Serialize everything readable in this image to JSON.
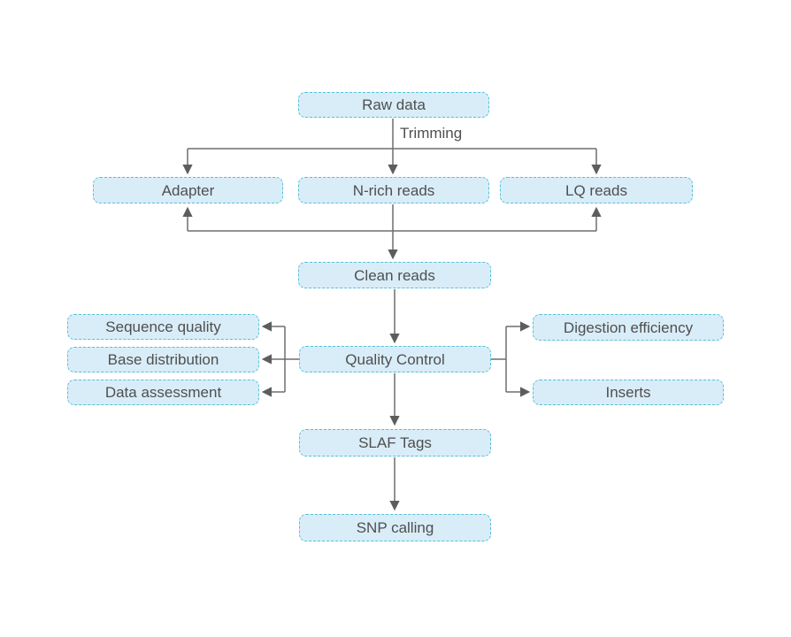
{
  "diagram": {
    "type": "flowchart",
    "nodes": {
      "raw_data": {
        "label": "Raw data"
      },
      "adapter": {
        "label": "Adapter"
      },
      "n_rich_reads": {
        "label": "N-rich reads"
      },
      "lq_reads": {
        "label": "LQ reads"
      },
      "clean_reads": {
        "label": "Clean reads"
      },
      "sequence_quality": {
        "label": "Sequence quality"
      },
      "base_distribution": {
        "label": "Base distribution"
      },
      "data_assessment": {
        "label": "Data assessment"
      },
      "quality_control": {
        "label": "Quality Control"
      },
      "digestion_efficiency": {
        "label": "Digestion efficiency"
      },
      "inserts": {
        "label": "Inserts"
      },
      "slaf_tags": {
        "label": "SLAF Tags"
      },
      "snp_calling": {
        "label": "SNP calling"
      }
    },
    "edge_labels": {
      "trimming": "Trimming"
    },
    "edges": [
      "Raw data -> Adapter (via Trimming branch)",
      "Raw data -> N-rich reads (via Trimming branch)",
      "Raw data -> LQ reads (via Trimming branch)",
      "trimmed reads merge -> Adapter (up arrow)",
      "trimmed reads merge -> LQ reads (up arrow)",
      "N-rich reads -> Clean reads",
      "Clean reads -> Quality Control",
      "Quality Control -> Sequence quality",
      "Quality Control -> Base distribution",
      "Quality Control -> Data assessment",
      "Quality Control -> Digestion efficiency",
      "Quality Control -> Inserts",
      "Quality Control -> SLAF Tags",
      "SLAF Tags -> SNP calling"
    ]
  },
  "colors": {
    "node-fill": "#d9edf8",
    "node-border": "#54c0d9",
    "edge": "#6e6e6e",
    "text": "#4f4f4f",
    "background": "#ffffff"
  }
}
